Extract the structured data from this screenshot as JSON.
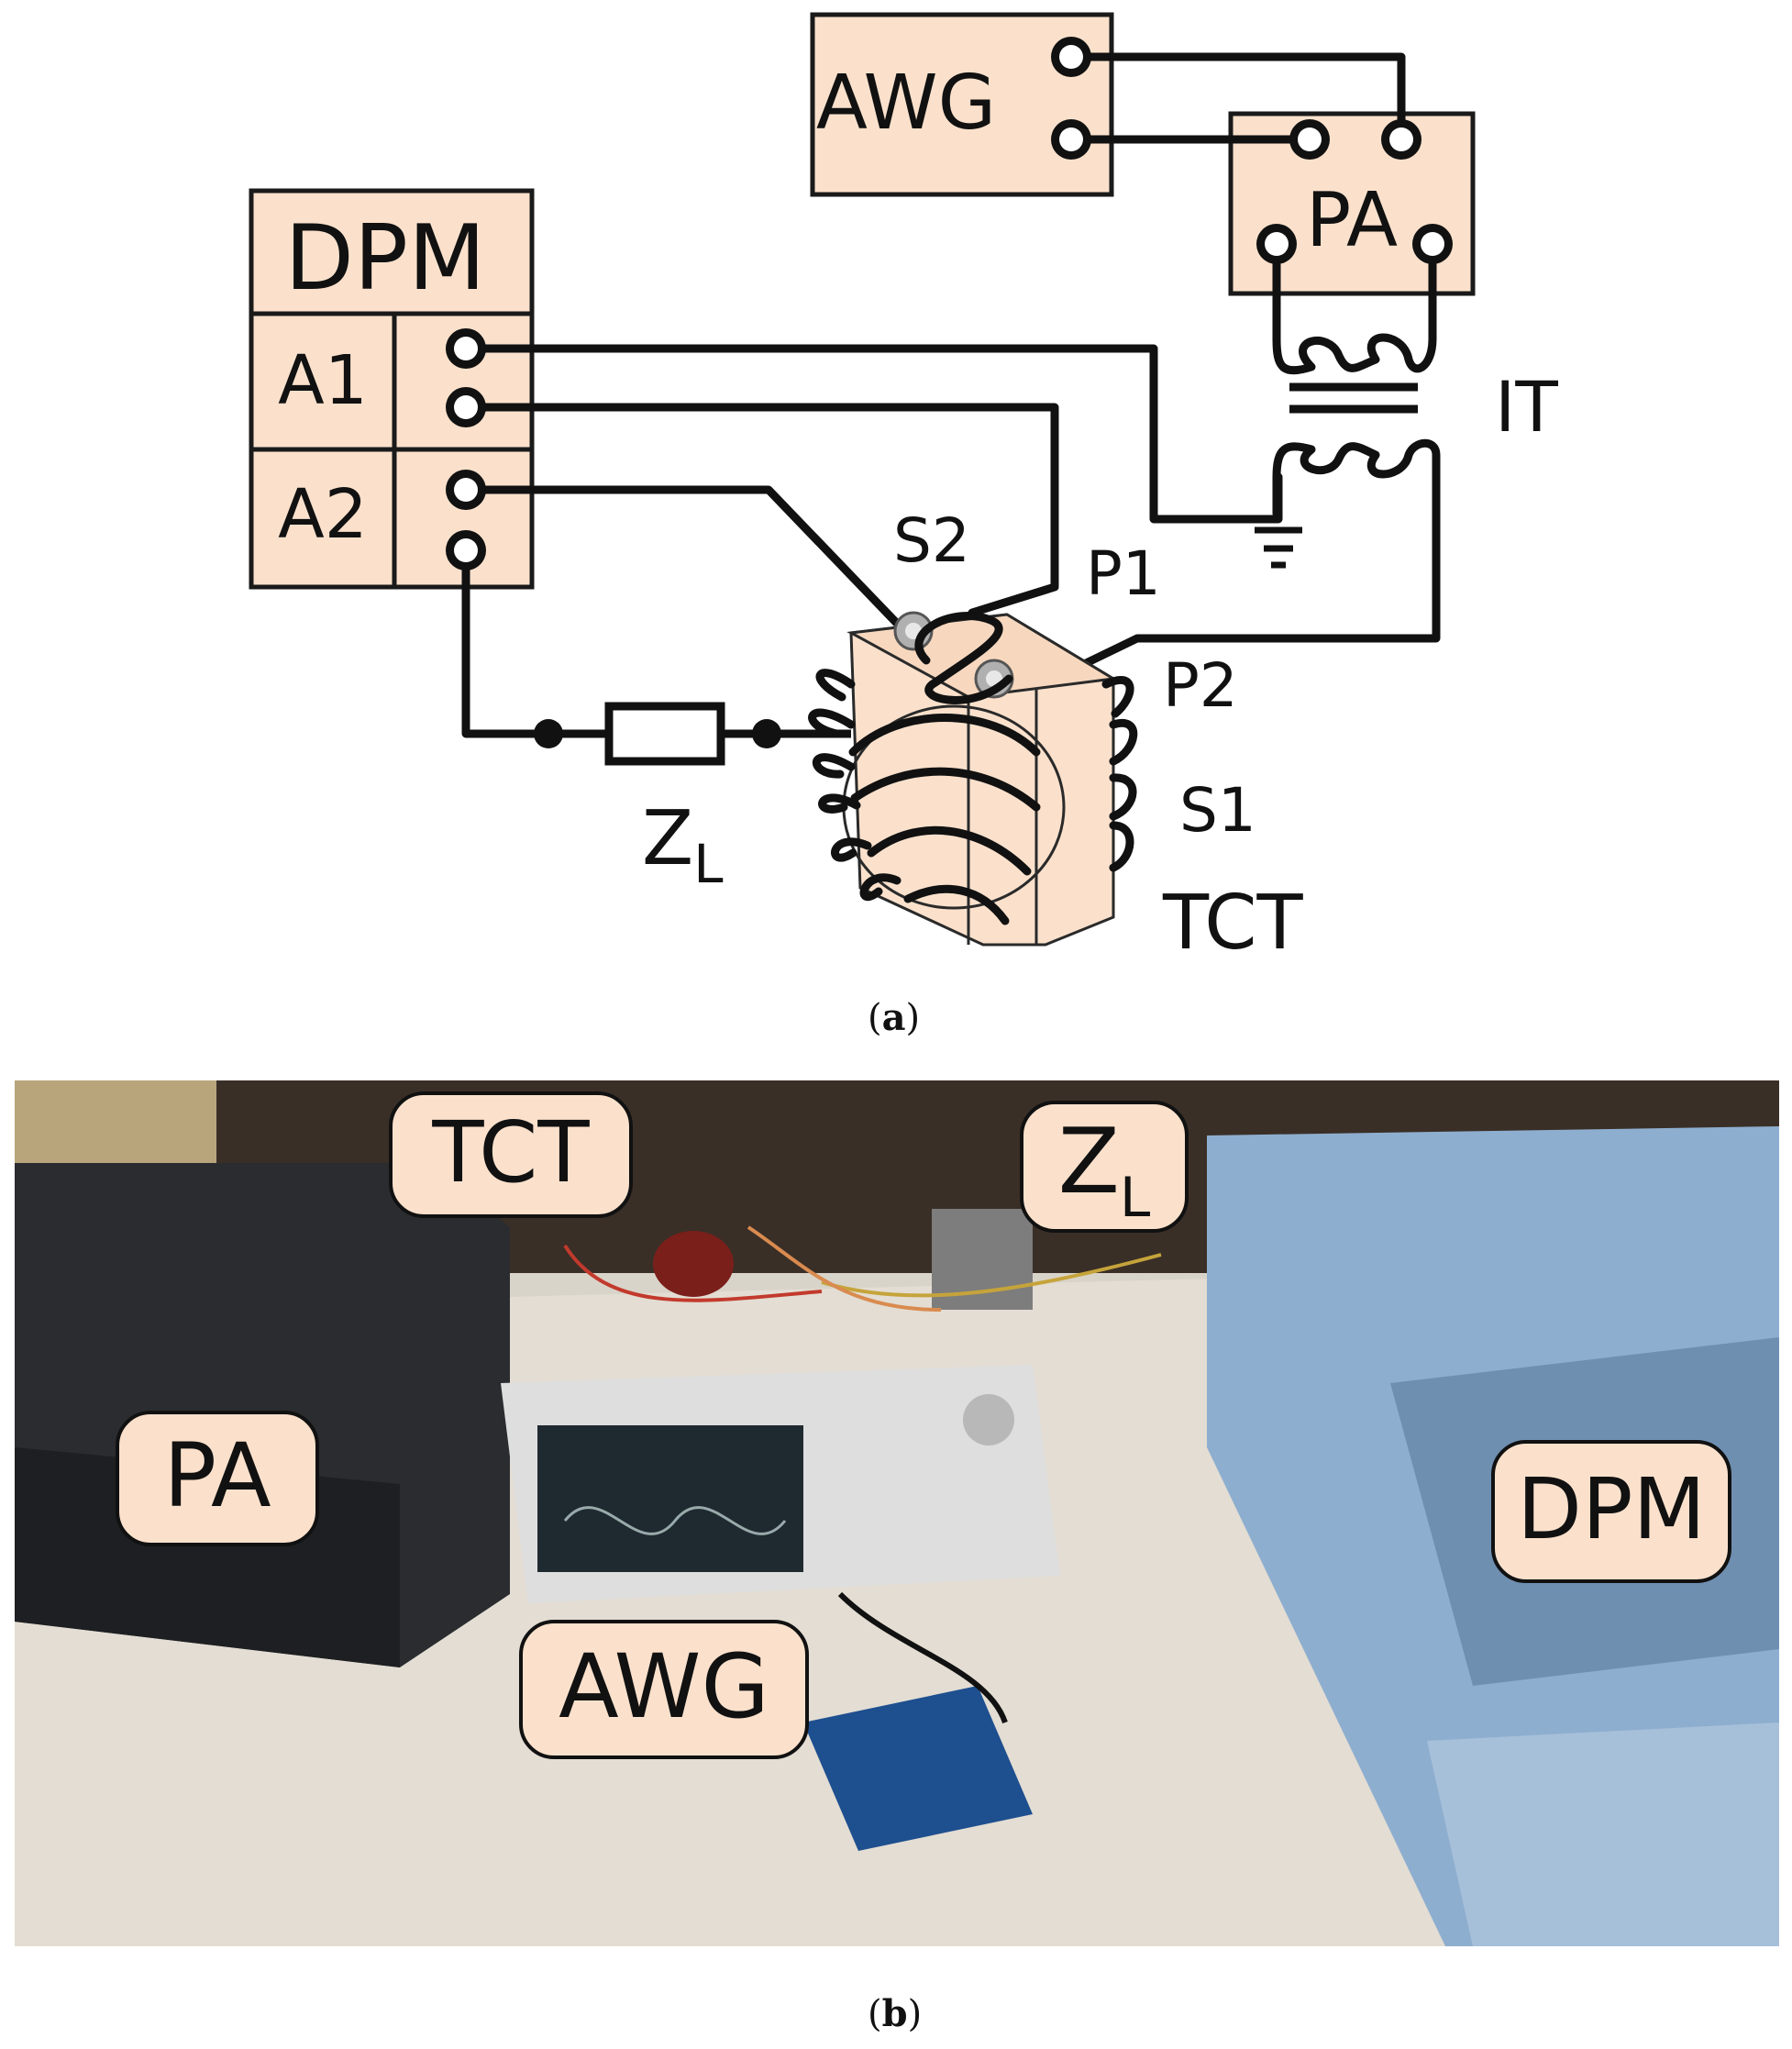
{
  "schematic": {
    "awg": "AWG",
    "pa": "PA",
    "dpm": "DPM",
    "a1": "A1",
    "a2": "A2",
    "it": "IT",
    "s2": "S2",
    "p1": "P1",
    "p2": "P2",
    "s1": "S1",
    "tct": "TCT",
    "zl_main": "Z",
    "zl_sub": "L"
  },
  "captions": {
    "a_open": "(",
    "a_letter": "a",
    "a_close": ")",
    "b_open": "(",
    "b_letter": "b",
    "b_close": ")"
  },
  "photo_labels": {
    "tct": "TCT",
    "zl_main": "Z",
    "zl_sub": "L",
    "pa": "PA",
    "awg": "AWG",
    "dpm": "DPM"
  }
}
